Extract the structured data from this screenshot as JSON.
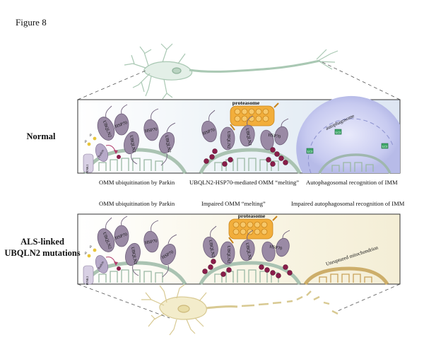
{
  "figure": {
    "title": "Figure 8"
  },
  "rows": {
    "normal": {
      "label": "Normal"
    },
    "als": {
      "label_line1": "ALS-linked",
      "label_line2": "UBQLN2 mutations"
    }
  },
  "captions": {
    "normal": [
      "OMM ubiquitination by Parkin",
      "UBQLN2-HSP70-mediated OMM “melting”",
      "Autophagosomal recognition of IMM"
    ],
    "als": [
      "OMM ubiquitination by Parkin",
      "Impaired OMM “melting”",
      "Impaired autophagosomal recognition of IMM"
    ]
  },
  "labels": {
    "proteasome": "proteasome",
    "autophagosome": "autophagosome",
    "unruptured": "Unruptured mitochondrion",
    "ubqln2": "UBQLN2",
    "hsp70": "HSP70",
    "pink1": "PINK1",
    "parkin": "Parkin",
    "p": "P",
    "lc3": "LC3"
  },
  "colors": {
    "neuron_normal": "#e3efe7",
    "neuron_normal_stroke": "#a9c8b3",
    "neuron_als": "#f3eccb",
    "neuron_als_stroke": "#d8c992",
    "panel_normal": "#eaf1f6",
    "panel_als": "#f7f3e2",
    "protein": "#9a8aa5",
    "ubiquitin": "#8a1d4a",
    "mito_normal": "#aac3b2",
    "mito_als": "#cdae6a",
    "proteasome": "#f2ae3b",
    "autophagosome": "#bfc2ec",
    "lc3": "#3fa86a"
  }
}
